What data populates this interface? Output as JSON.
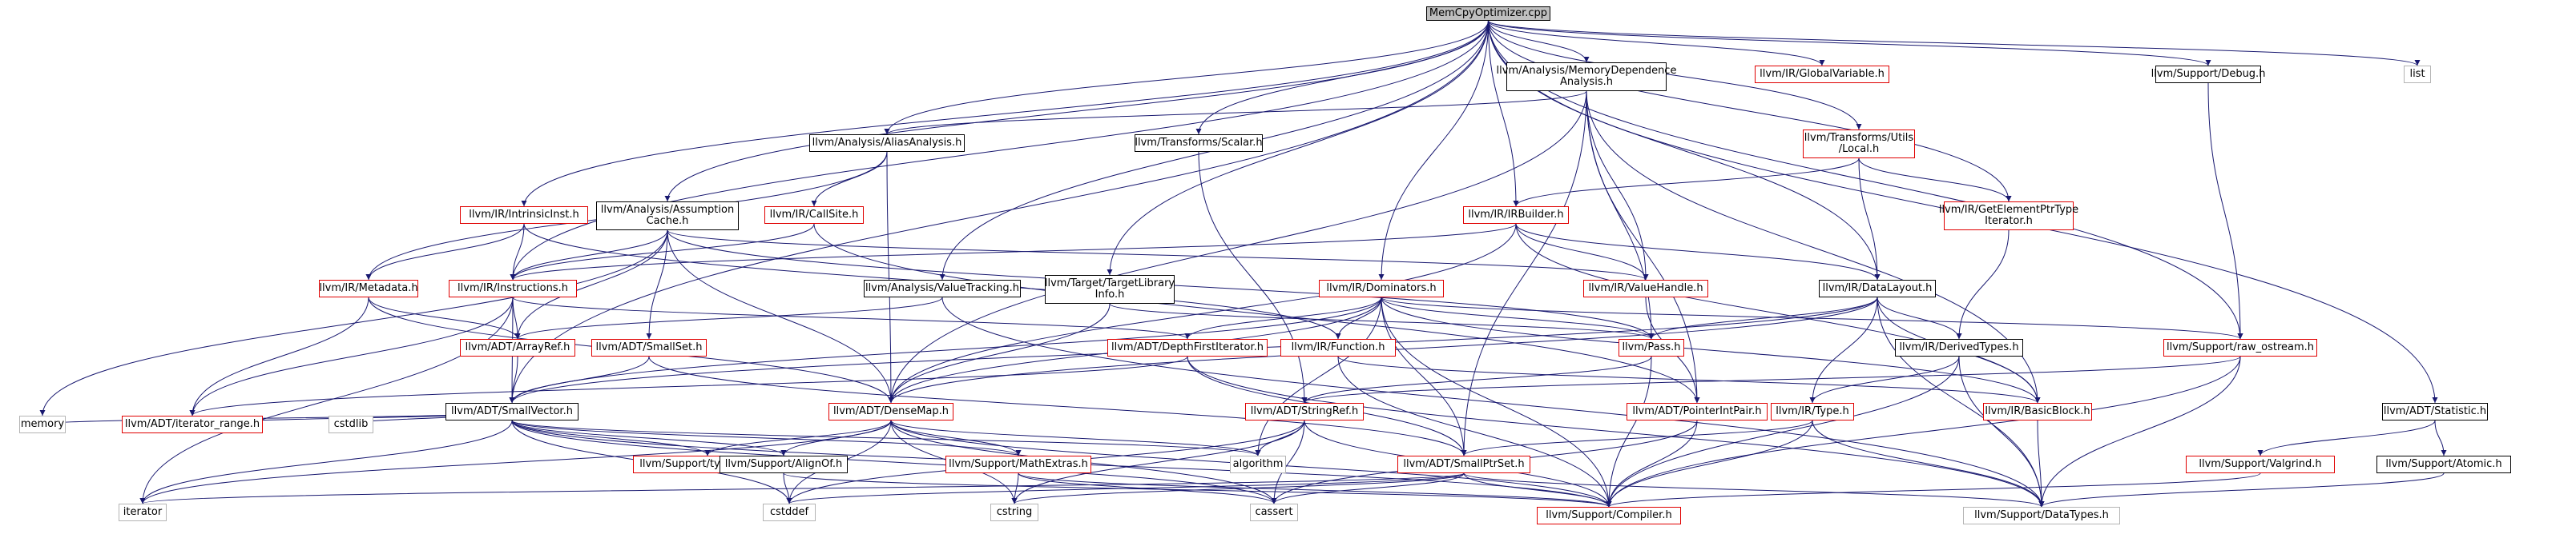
{
  "nodes": {
    "root": {
      "label": "MemCpyOptimizer.cpp",
      "style": "root"
    },
    "memdep": {
      "label": "llvm/Analysis/MemoryDependence\nAnalysis.h",
      "style": "black"
    },
    "globalvar": {
      "label": "llvm/IR/GlobalVariable.h",
      "style": "red"
    },
    "debug": {
      "label": "llvm/Support/Debug.h",
      "style": "black"
    },
    "list": {
      "label": "list",
      "style": "gray"
    },
    "alias": {
      "label": "llvm/Analysis/AliasAnalysis.h",
      "style": "black"
    },
    "scalar": {
      "label": "llvm/Transforms/Scalar.h",
      "style": "black"
    },
    "transutils": {
      "label": "llvm/Transforms/Utils\n/Local.h",
      "style": "red"
    },
    "intrinsic": {
      "label": "llvm/IR/IntrinsicInst.h",
      "style": "red"
    },
    "assumption": {
      "label": "llvm/Analysis/Assumption\nCache.h",
      "style": "black"
    },
    "callsite": {
      "label": "llvm/IR/CallSite.h",
      "style": "red"
    },
    "irbuilder": {
      "label": "llvm/IR/IRBuilder.h",
      "style": "red"
    },
    "gep": {
      "label": "llvm/IR/GetElementPtrType\nIterator.h",
      "style": "red"
    },
    "metadata": {
      "label": "llvm/IR/Metadata.h",
      "style": "red"
    },
    "instructions": {
      "label": "llvm/IR/Instructions.h",
      "style": "red"
    },
    "valuetracking": {
      "label": "llvm/Analysis/ValueTracking.h",
      "style": "black"
    },
    "tli": {
      "label": "llvm/Target/TargetLibrary\nInfo.h",
      "style": "black"
    },
    "dominators": {
      "label": "llvm/IR/Dominators.h",
      "style": "red"
    },
    "valuehandle": {
      "label": "llvm/IR/ValueHandle.h",
      "style": "red"
    },
    "datalayout": {
      "label": "llvm/IR/DataLayout.h",
      "style": "black"
    },
    "arrayref": {
      "label": "llvm/ADT/ArrayRef.h",
      "style": "red"
    },
    "smallset": {
      "label": "llvm/ADT/SmallSet.h",
      "style": "red"
    },
    "dfiter": {
      "label": "llvm/ADT/DepthFirstIterator.h",
      "style": "red"
    },
    "function": {
      "label": "llvm/IR/Function.h",
      "style": "red"
    },
    "pass": {
      "label": "llvm/Pass.h",
      "style": "red"
    },
    "derivedtypes": {
      "label": "llvm/IR/DerivedTypes.h",
      "style": "black"
    },
    "rawostream": {
      "label": "llvm/Support/raw_ostream.h",
      "style": "red"
    },
    "statistic": {
      "label": "llvm/ADT/Statistic.h",
      "style": "black"
    },
    "smallvector": {
      "label": "llvm/ADT/SmallVector.h",
      "style": "black"
    },
    "densemap": {
      "label": "llvm/ADT/DenseMap.h",
      "style": "red"
    },
    "stringref": {
      "label": "llvm/ADT/StringRef.h",
      "style": "red"
    },
    "pointerintpair": {
      "label": "llvm/ADT/PointerIntPair.h",
      "style": "red"
    },
    "type": {
      "label": "llvm/IR/Type.h",
      "style": "red"
    },
    "basicblock": {
      "label": "llvm/IR/BasicBlock.h",
      "style": "red"
    },
    "memory": {
      "label": "memory",
      "style": "gray"
    },
    "iterrange": {
      "label": "llvm/ADT/iterator_range.h",
      "style": "red"
    },
    "cstdlib": {
      "label": "cstdlib",
      "style": "gray"
    },
    "typetraits": {
      "label": "llvm/Support/type_traits.h",
      "style": "red"
    },
    "alignof": {
      "label": "llvm/Support/AlignOf.h",
      "style": "black"
    },
    "mathextras": {
      "label": "llvm/Support/MathExtras.h",
      "style": "red"
    },
    "algorithm": {
      "label": "algorithm",
      "style": "gray"
    },
    "smallptrset": {
      "label": "llvm/ADT/SmallPtrSet.h",
      "style": "red"
    },
    "valgrind": {
      "label": "llvm/Support/Valgrind.h",
      "style": "red"
    },
    "atomic": {
      "label": "llvm/Support/Atomic.h",
      "style": "black"
    },
    "iterator": {
      "label": "iterator",
      "style": "gray"
    },
    "cstddef": {
      "label": "cstddef",
      "style": "gray"
    },
    "cstring": {
      "label": "cstring",
      "style": "gray"
    },
    "cassert": {
      "label": "cassert",
      "style": "gray"
    },
    "compiler": {
      "label": "llvm/Support/Compiler.h",
      "style": "red"
    },
    "datatypes": {
      "label": "llvm/Support/DataTypes.h",
      "style": "gray"
    }
  },
  "edges": [
    [
      "root",
      "memdep"
    ],
    [
      "root",
      "globalvar"
    ],
    [
      "root",
      "debug"
    ],
    [
      "root",
      "list"
    ],
    [
      "root",
      "alias"
    ],
    [
      "root",
      "scalar"
    ],
    [
      "root",
      "transutils"
    ],
    [
      "root",
      "intrinsic"
    ],
    [
      "root",
      "assumption"
    ],
    [
      "root",
      "irbuilder"
    ],
    [
      "root",
      "gep"
    ],
    [
      "root",
      "instructions"
    ],
    [
      "root",
      "valuetracking"
    ],
    [
      "root",
      "tli"
    ],
    [
      "root",
      "dominators"
    ],
    [
      "root",
      "datalayout"
    ],
    [
      "root",
      "rawostream"
    ],
    [
      "root",
      "statistic"
    ],
    [
      "root",
      "smallvector"
    ],
    [
      "memdep",
      "alias"
    ],
    [
      "memdep",
      "valuehandle"
    ],
    [
      "memdep",
      "pass"
    ],
    [
      "memdep",
      "basicblock"
    ],
    [
      "memdep",
      "pointerintpair"
    ],
    [
      "memdep",
      "smallptrset"
    ],
    [
      "memdep",
      "densemap"
    ],
    [
      "debug",
      "rawostream"
    ],
    [
      "alias",
      "callsite"
    ],
    [
      "alias",
      "metadata"
    ],
    [
      "alias",
      "densemap"
    ],
    [
      "scalar",
      "stringref"
    ],
    [
      "transutils",
      "irbuilder"
    ],
    [
      "transutils",
      "gep"
    ],
    [
      "transutils",
      "datalayout"
    ],
    [
      "intrinsic",
      "instructions"
    ],
    [
      "intrinsic",
      "metadata"
    ],
    [
      "intrinsic",
      "function"
    ],
    [
      "assumption",
      "instructions"
    ],
    [
      "assumption",
      "arrayref"
    ],
    [
      "assumption",
      "smallset"
    ],
    [
      "assumption",
      "densemap"
    ],
    [
      "assumption",
      "valuehandle"
    ],
    [
      "assumption",
      "pass"
    ],
    [
      "assumption",
      "memory"
    ],
    [
      "callsite",
      "instructions"
    ],
    [
      "callsite",
      "pointerintpair"
    ],
    [
      "irbuilder",
      "instructions"
    ],
    [
      "irbuilder",
      "datalayout"
    ],
    [
      "irbuilder",
      "valuehandle"
    ],
    [
      "irbuilder",
      "basicblock"
    ],
    [
      "irbuilder",
      "densemap"
    ],
    [
      "gep",
      "derivedtypes"
    ],
    [
      "metadata",
      "arrayref"
    ],
    [
      "metadata",
      "iterrange"
    ],
    [
      "metadata",
      "densemap"
    ],
    [
      "instructions",
      "arrayref"
    ],
    [
      "instructions",
      "smallvector"
    ],
    [
      "instructions",
      "iterrange"
    ],
    [
      "instructions",
      "dfiter"
    ],
    [
      "instructions",
      "iterator"
    ],
    [
      "valuetracking",
      "arrayref"
    ],
    [
      "valuetracking",
      "datatypes"
    ],
    [
      "tli",
      "densemap"
    ],
    [
      "tli",
      "pass"
    ],
    [
      "dominators",
      "dfiter"
    ],
    [
      "dominators",
      "function"
    ],
    [
      "dominators",
      "pass"
    ],
    [
      "dominators",
      "smallptrset"
    ],
    [
      "dominators",
      "densemap"
    ],
    [
      "dominators",
      "compiler"
    ],
    [
      "dominators",
      "rawostream"
    ],
    [
      "dominators",
      "smallvector"
    ],
    [
      "dominators",
      "algorithm"
    ],
    [
      "dominators",
      "basicblock"
    ],
    [
      "valuehandle",
      "pointerintpair"
    ],
    [
      "datalayout",
      "derivedtypes"
    ],
    [
      "datalayout",
      "type"
    ],
    [
      "datalayout",
      "pass"
    ],
    [
      "datalayout",
      "smallvector"
    ],
    [
      "datalayout",
      "densemap"
    ],
    [
      "datalayout",
      "datatypes"
    ],
    [
      "datalayout",
      "basicblock"
    ],
    [
      "arrayref",
      "smallvector"
    ],
    [
      "smallset",
      "smallvector"
    ],
    [
      "smallset",
      "smallptrset"
    ],
    [
      "dfiter",
      "smallptrset"
    ],
    [
      "dfiter",
      "iterrange"
    ],
    [
      "dfiter",
      "datatypes"
    ],
    [
      "function",
      "basicblock"
    ],
    [
      "function",
      "compiler"
    ],
    [
      "pass",
      "stringref"
    ],
    [
      "pass",
      "compiler"
    ],
    [
      "derivedtypes",
      "type"
    ],
    [
      "derivedtypes",
      "compiler"
    ],
    [
      "derivedtypes",
      "datatypes"
    ],
    [
      "rawostream",
      "stringref"
    ],
    [
      "rawostream",
      "compiler"
    ],
    [
      "rawostream",
      "datatypes"
    ],
    [
      "statistic",
      "valgrind"
    ],
    [
      "statistic",
      "atomic"
    ],
    [
      "smallvector",
      "memory"
    ],
    [
      "smallvector",
      "iterrange"
    ],
    [
      "smallvector",
      "cstdlib"
    ],
    [
      "smallvector",
      "typetraits"
    ],
    [
      "smallvector",
      "alignof"
    ],
    [
      "smallvector",
      "mathextras"
    ],
    [
      "smallvector",
      "algorithm"
    ],
    [
      "smallvector",
      "iterator"
    ],
    [
      "smallvector",
      "cstddef"
    ],
    [
      "smallvector",
      "cassert"
    ],
    [
      "smallvector",
      "compiler"
    ],
    [
      "densemap",
      "typetraits"
    ],
    [
      "densemap",
      "alignof"
    ],
    [
      "densemap",
      "mathextras"
    ],
    [
      "densemap",
      "algorithm"
    ],
    [
      "densemap",
      "iterator"
    ],
    [
      "densemap",
      "cstddef"
    ],
    [
      "densemap",
      "cstring"
    ],
    [
      "densemap",
      "cassert"
    ],
    [
      "densemap",
      "compiler"
    ],
    [
      "stringref",
      "algorithm"
    ],
    [
      "stringref",
      "cstddef"
    ],
    [
      "stringref",
      "cstring"
    ],
    [
      "stringref",
      "cassert"
    ],
    [
      "stringref",
      "compiler"
    ],
    [
      "pointerintpair",
      "cassert"
    ],
    [
      "pointerintpair",
      "compiler"
    ],
    [
      "type",
      "smallptrset"
    ],
    [
      "type",
      "datatypes"
    ],
    [
      "type",
      "compiler"
    ],
    [
      "basicblock",
      "datatypes"
    ],
    [
      "alignof",
      "cstddef"
    ],
    [
      "alignof",
      "compiler"
    ],
    [
      "mathextras",
      "cstring"
    ],
    [
      "mathextras",
      "cassert"
    ],
    [
      "mathextras",
      "compiler"
    ],
    [
      "smallptrset",
      "iterator"
    ],
    [
      "smallptrset",
      "cstddef"
    ],
    [
      "smallptrset",
      "cstring"
    ],
    [
      "smallptrset",
      "cassert"
    ],
    [
      "smallptrset",
      "compiler"
    ],
    [
      "smallptrset",
      "datatypes"
    ],
    [
      "valgrind",
      "compiler"
    ],
    [
      "atomic",
      "datatypes"
    ]
  ],
  "colors": {
    "edge": "#191970",
    "red": "#e00000",
    "black": "#000000",
    "gray": "#b4b4b4",
    "rootFill": "#bfbfbf"
  }
}
